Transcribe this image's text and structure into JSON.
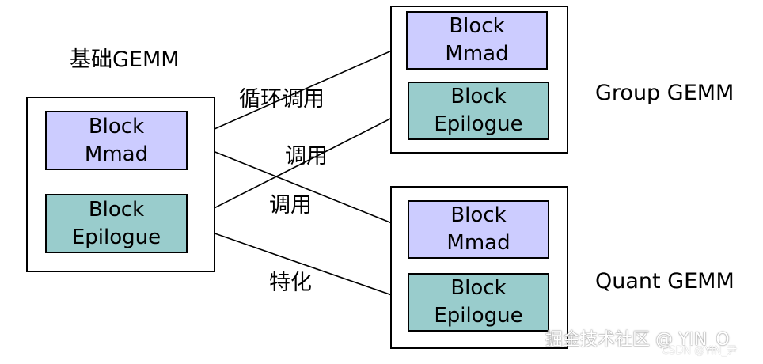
{
  "base": {
    "title": "基础GEMM",
    "mmad": [
      "Block",
      "Mmad"
    ],
    "epilogue": [
      "Block",
      "Epilogue"
    ]
  },
  "group": {
    "title": "Group GEMM",
    "mmad": [
      "Block",
      "Mmad"
    ],
    "epilogue": [
      "Block",
      "Epilogue"
    ]
  },
  "quant": {
    "title": "Quant GEMM",
    "mmad": [
      "Block",
      "Mmad"
    ],
    "epilogue": [
      "Block",
      "Epilogue"
    ]
  },
  "edges": {
    "loop_call": "循环调用",
    "call_1": "调用",
    "call_2": "调用",
    "specialize": "特化"
  },
  "watermark": {
    "main": "掘金技术社区 @ YIN_O",
    "sub": "CSDN @YIN_尹"
  },
  "colors": {
    "mmad_fill": "#ccccff",
    "epilogue_fill": "#99cccc",
    "stroke": "#000000"
  }
}
